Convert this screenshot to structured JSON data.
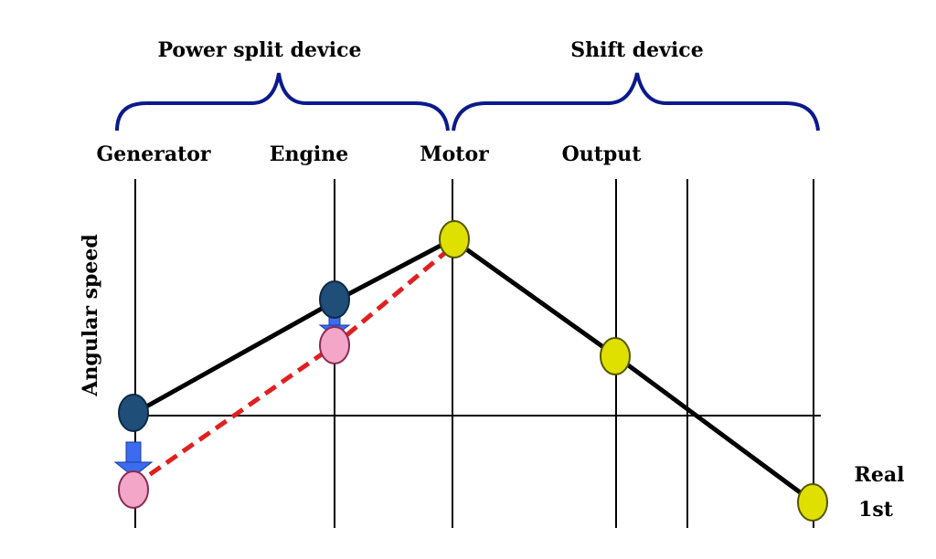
{
  "groups": {
    "power_split": "Power split device",
    "shift": "Shift device"
  },
  "columns": {
    "generator": "Generator",
    "engine": "Engine",
    "motor": "Motor",
    "output": "Output"
  },
  "axis": {
    "ylabel": "Angular speed"
  },
  "annotation": {
    "line1": "Real",
    "line2": "1st"
  },
  "colors": {
    "brace": "#0a1a8c",
    "node_before": "#1f4e79",
    "node_after": "#f4a6c8",
    "node_shift": "#e0e000",
    "dashed_line": "#e02020",
    "arrow": "#3b6cf0"
  }
}
